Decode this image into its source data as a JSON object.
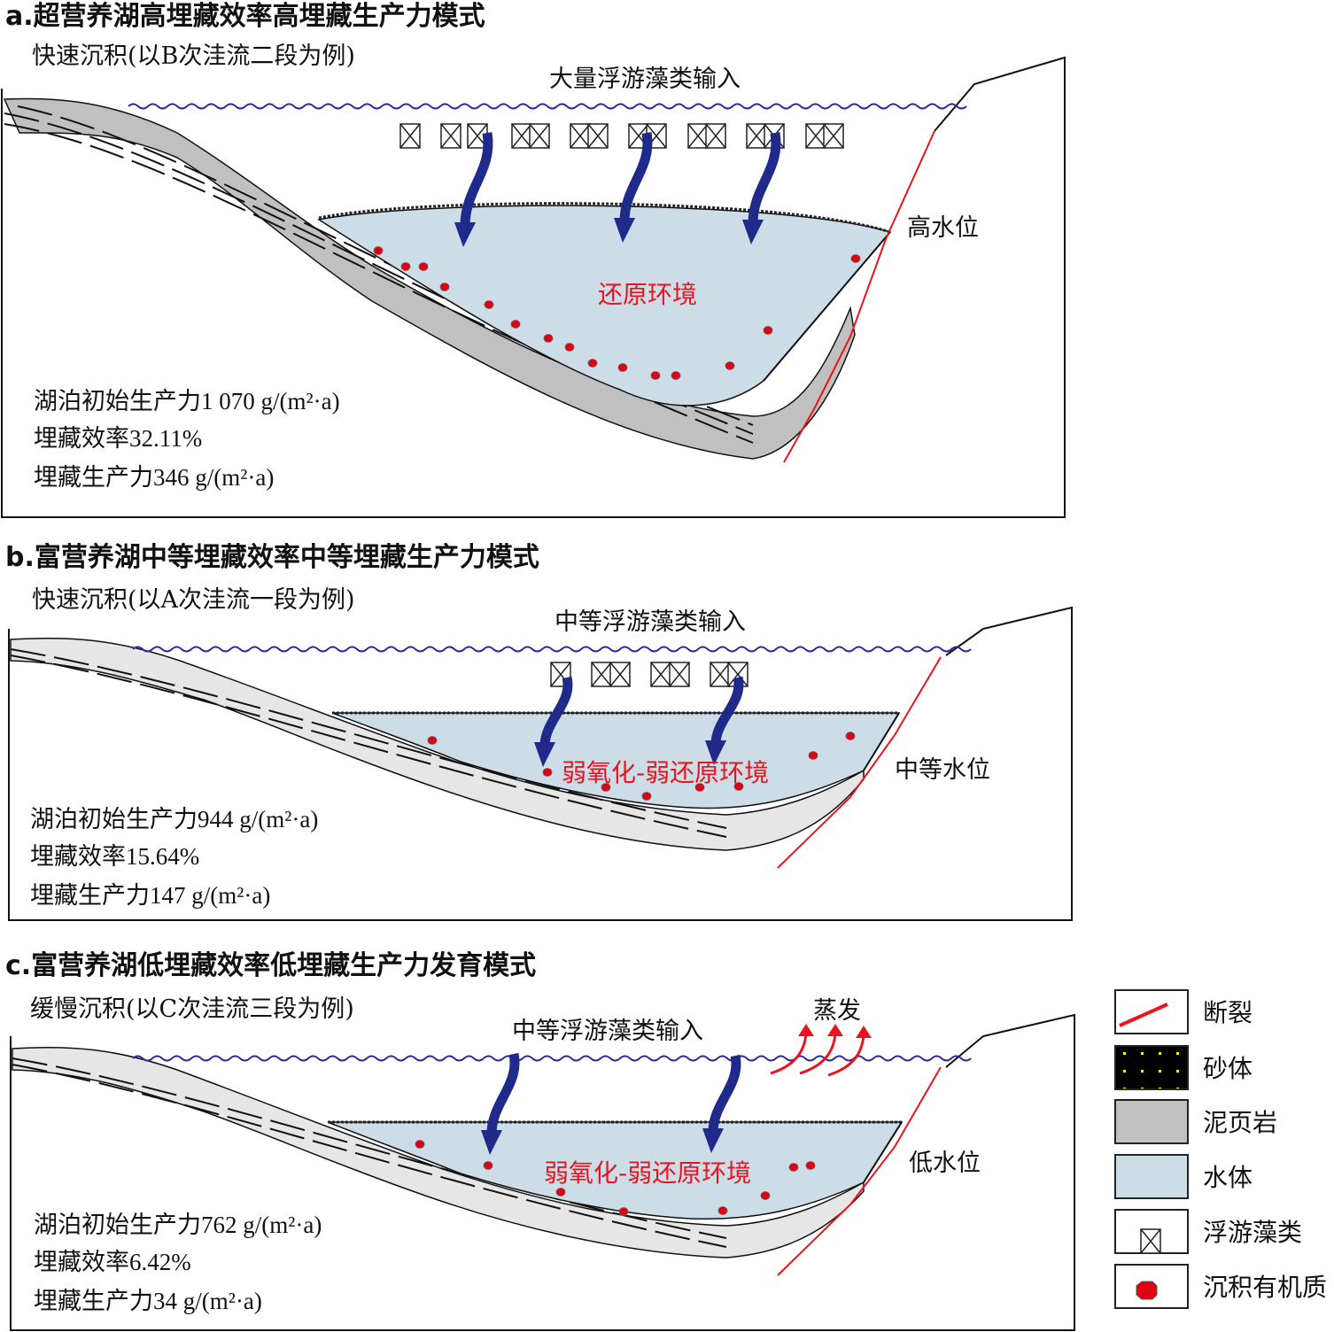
{
  "panels": [
    {
      "title": "a.超营养湖高埋藏效率高埋藏生产力模式",
      "subtitle": "快速沉积(以B次洼流二段为例)",
      "input_label": "大量浮游藻类输入",
      "environment": "还原环境",
      "water_level": "高水位",
      "stats": [
        "湖泊初始生产力1 070 g/(m²·a)",
        "埋藏效率32.11%",
        "埋藏生产力346 g/(m²·a)"
      ]
    },
    {
      "title": "b.富营养湖中等埋藏效率中等埋藏生产力模式",
      "subtitle": "快速沉积(以A次洼流一段为例)",
      "input_label": "中等浮游藻类输入",
      "environment": "弱氧化-弱还原环境",
      "water_level": "中等水位",
      "stats": [
        "湖泊初始生产力944 g/(m²·a)",
        "埋藏效率15.64%",
        "埋藏生产力147 g/(m²·a)"
      ]
    },
    {
      "title": "c.富营养湖低埋藏效率低埋藏生产力发育模式",
      "subtitle": "缓慢沉积(以C次洼流三段为例)",
      "input_label": "中等浮游藻类输入",
      "environment": "弱氧化-弱还原环境",
      "water_level": "低水位",
      "evaporation": "蒸发",
      "stats": [
        "湖泊初始生产力762 g/(m²·a)",
        "埋藏效率6.42%",
        "埋藏生产力34 g/(m²·a)"
      ]
    }
  ],
  "legend": [
    {
      "label": "断裂",
      "icon": "fault-line"
    },
    {
      "label": "砂体",
      "icon": "sand-body"
    },
    {
      "label": "泥页岩",
      "icon": "mud-shale"
    },
    {
      "label": "水体",
      "icon": "water-body"
    },
    {
      "label": "浮游藻类",
      "icon": "plankton-algae"
    },
    {
      "label": "沉积有机质",
      "icon": "sedimentary-organic-matter"
    }
  ],
  "colors": {
    "water": "#cddde8",
    "shale": "#c0c0c0",
    "fault": "#e8141e",
    "arrow": "#1f2a8a",
    "wave": "#2a2a9a",
    "organic": "#e00012"
  }
}
